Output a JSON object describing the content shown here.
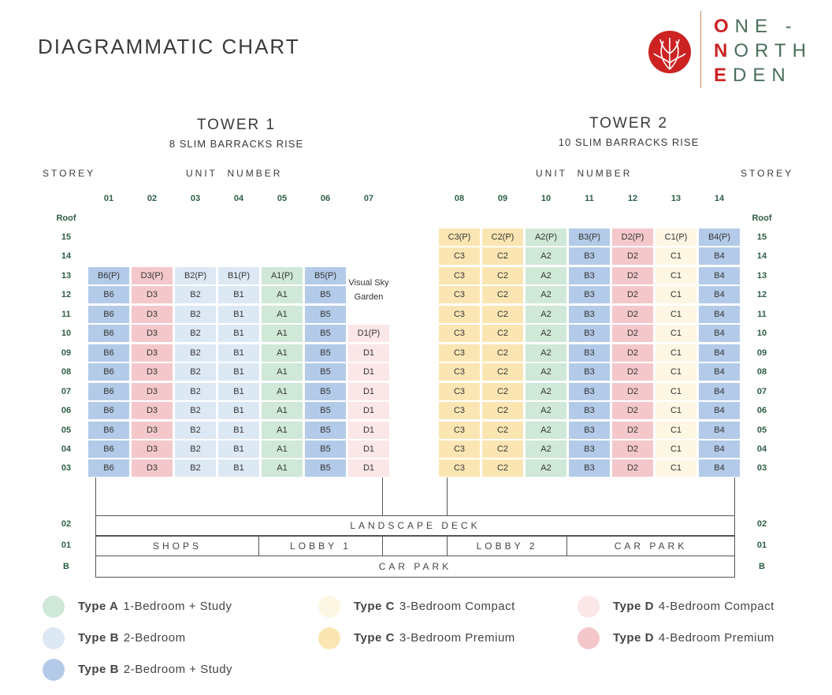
{
  "title": "DIAGRAMMATIC CHART",
  "logo": {
    "line1_initial": "O",
    "line1_rest": "NE -",
    "line2_initial": "N",
    "line2_rest": "ORTH",
    "line3_initial": "E",
    "line3_rest": "DEN"
  },
  "tower1": {
    "name": "TOWER 1",
    "address": "8 SLIM BARRACKS RISE"
  },
  "tower2": {
    "name": "TOWER 2",
    "address": "10 SLIM BARRACKS RISE"
  },
  "headers": {
    "storey": "STOREY",
    "unit_number": "UNIT  NUMBER"
  },
  "unit_columns": [
    "01",
    "02",
    "03",
    "04",
    "05",
    "06",
    "07",
    "08",
    "09",
    "10",
    "11",
    "12",
    "13",
    "14"
  ],
  "storeys": [
    "Roof",
    "15",
    "14",
    "13",
    "12",
    "11",
    "10",
    "09",
    "08",
    "07",
    "06",
    "05",
    "04",
    "03",
    "02",
    "01",
    "B"
  ],
  "sky_garden": "Visual Sky Garden",
  "tower1_stacks": [
    {
      "col": "01",
      "unit": "B6",
      "penthouse": "B6(P)",
      "type": "Bs"
    },
    {
      "col": "02",
      "unit": "D3",
      "penthouse": "D3(P)",
      "type": "Dp"
    },
    {
      "col": "03",
      "unit": "B2",
      "penthouse": "B2(P)",
      "type": "Bc"
    },
    {
      "col": "04",
      "unit": "B1",
      "penthouse": "B1(P)",
      "type": "Bc"
    },
    {
      "col": "05",
      "unit": "A1",
      "penthouse": "A1(P)",
      "type": "A"
    },
    {
      "col": "06",
      "unit": "B5",
      "penthouse": "B5(P)",
      "type": "Bs"
    }
  ],
  "tower1_col07": {
    "unit": "D1",
    "penthouse": "D1(P)",
    "type": "Dc"
  },
  "tower2_stacks": [
    {
      "col": "08",
      "unit": "C3",
      "penthouse": "C3(P)",
      "type": "Cp"
    },
    {
      "col": "09",
      "unit": "C2",
      "penthouse": "C2(P)",
      "type": "Cp"
    },
    {
      "col": "10",
      "unit": "A2",
      "penthouse": "A2(P)",
      "type": "A"
    },
    {
      "col": "11",
      "unit": "B3",
      "penthouse": "B3(P)",
      "type": "Bs"
    },
    {
      "col": "12",
      "unit": "D2",
      "penthouse": "D2(P)",
      "type": "Dp"
    },
    {
      "col": "13",
      "unit": "C1",
      "penthouse": "C1(P)",
      "type": "Cc"
    },
    {
      "col": "14",
      "unit": "B4",
      "penthouse": "B4(P)",
      "type": "Bs"
    }
  ],
  "podium": {
    "landscape_deck": "LANDSCAPE  DECK",
    "shops": "SHOPS",
    "lobby1": "LOBBY 1",
    "lobby2": "LOBBY 2",
    "car_park_01": "CAR PARK",
    "car_park_b": "CAR PARK"
  },
  "legend": [
    {
      "type": "Type A",
      "desc": "1-Bedroom + Study",
      "color": "#cfe8d7"
    },
    {
      "type": "Type B",
      "desc": "2-Bedroom",
      "color": "#dde8f5"
    },
    {
      "type": "Type B",
      "desc": "2-Bedroom + Study",
      "color": "#b3cbe8"
    },
    {
      "type": "Type C",
      "desc": "3-Bedroom Compact",
      "color": "#fdf6e3"
    },
    {
      "type": "Type C",
      "desc": "3-Bedroom Premium",
      "color": "#fbe6b3"
    },
    {
      "type": "Type D",
      "desc": "4-Bedroom Compact",
      "color": "#fbe6e8"
    },
    {
      "type": "Type D",
      "desc": "4-Bedroom Premium",
      "color": "#f4c8cb"
    }
  ],
  "colors": {
    "heading_green": "#2e5f45",
    "logo_red": "#cc2222",
    "divider": "#c98a5a"
  }
}
